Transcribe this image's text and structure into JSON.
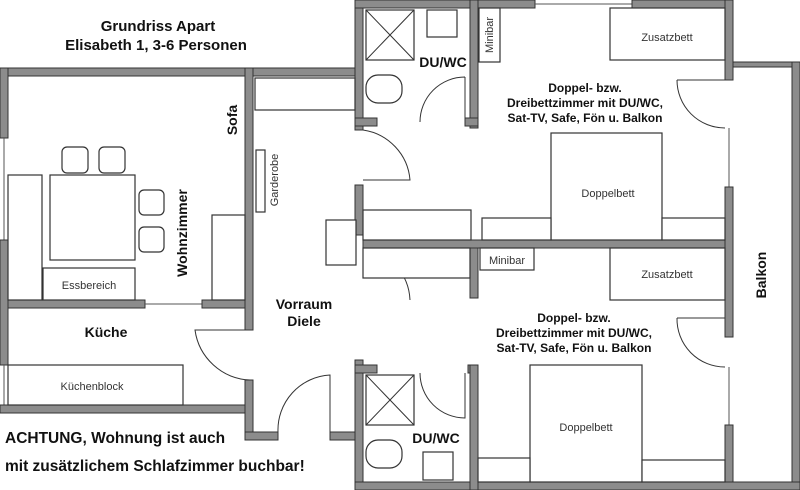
{
  "title": {
    "line1": "Grundriss Apart",
    "line2": "Elisabeth 1, 3-6 Personen"
  },
  "rooms": {
    "wohnzimmer": "Wohnzimmer",
    "sofa": "Sofa",
    "essbereich": "Essbereich",
    "kueche": "Küche",
    "kuechenblock": "Küchenblock",
    "garderobe": "Garderobe",
    "vorraum_line1": "Vorraum",
    "vorraum_line2": "Diele",
    "bath_top": "DU/WC",
    "bath_bottom": "DU/WC",
    "balkon": "Balkon"
  },
  "bedroom_top": {
    "minibar": "Minibar",
    "zusatzbett": "Zusatzbett",
    "doppelbett": "Doppelbett",
    "desc": [
      "Doppel- bzw.",
      "Dreibettzimmer mit DU/WC,",
      "Sat-TV, Safe, Fön u. Balkon"
    ]
  },
  "bedroom_bottom": {
    "minibar": "Minibar",
    "zusatzbett": "Zusatzbett",
    "doppelbett": "Doppelbett",
    "desc": [
      "Doppel- bzw.",
      "Dreibettzimmer mit DU/WC,",
      "Sat-TV, Safe, Fön u. Balkon"
    ]
  },
  "note": {
    "line1": "ACHTUNG, Wohnung ist auch",
    "line2": "mit zusätzlichem Schlafzimmer buchbar!"
  }
}
